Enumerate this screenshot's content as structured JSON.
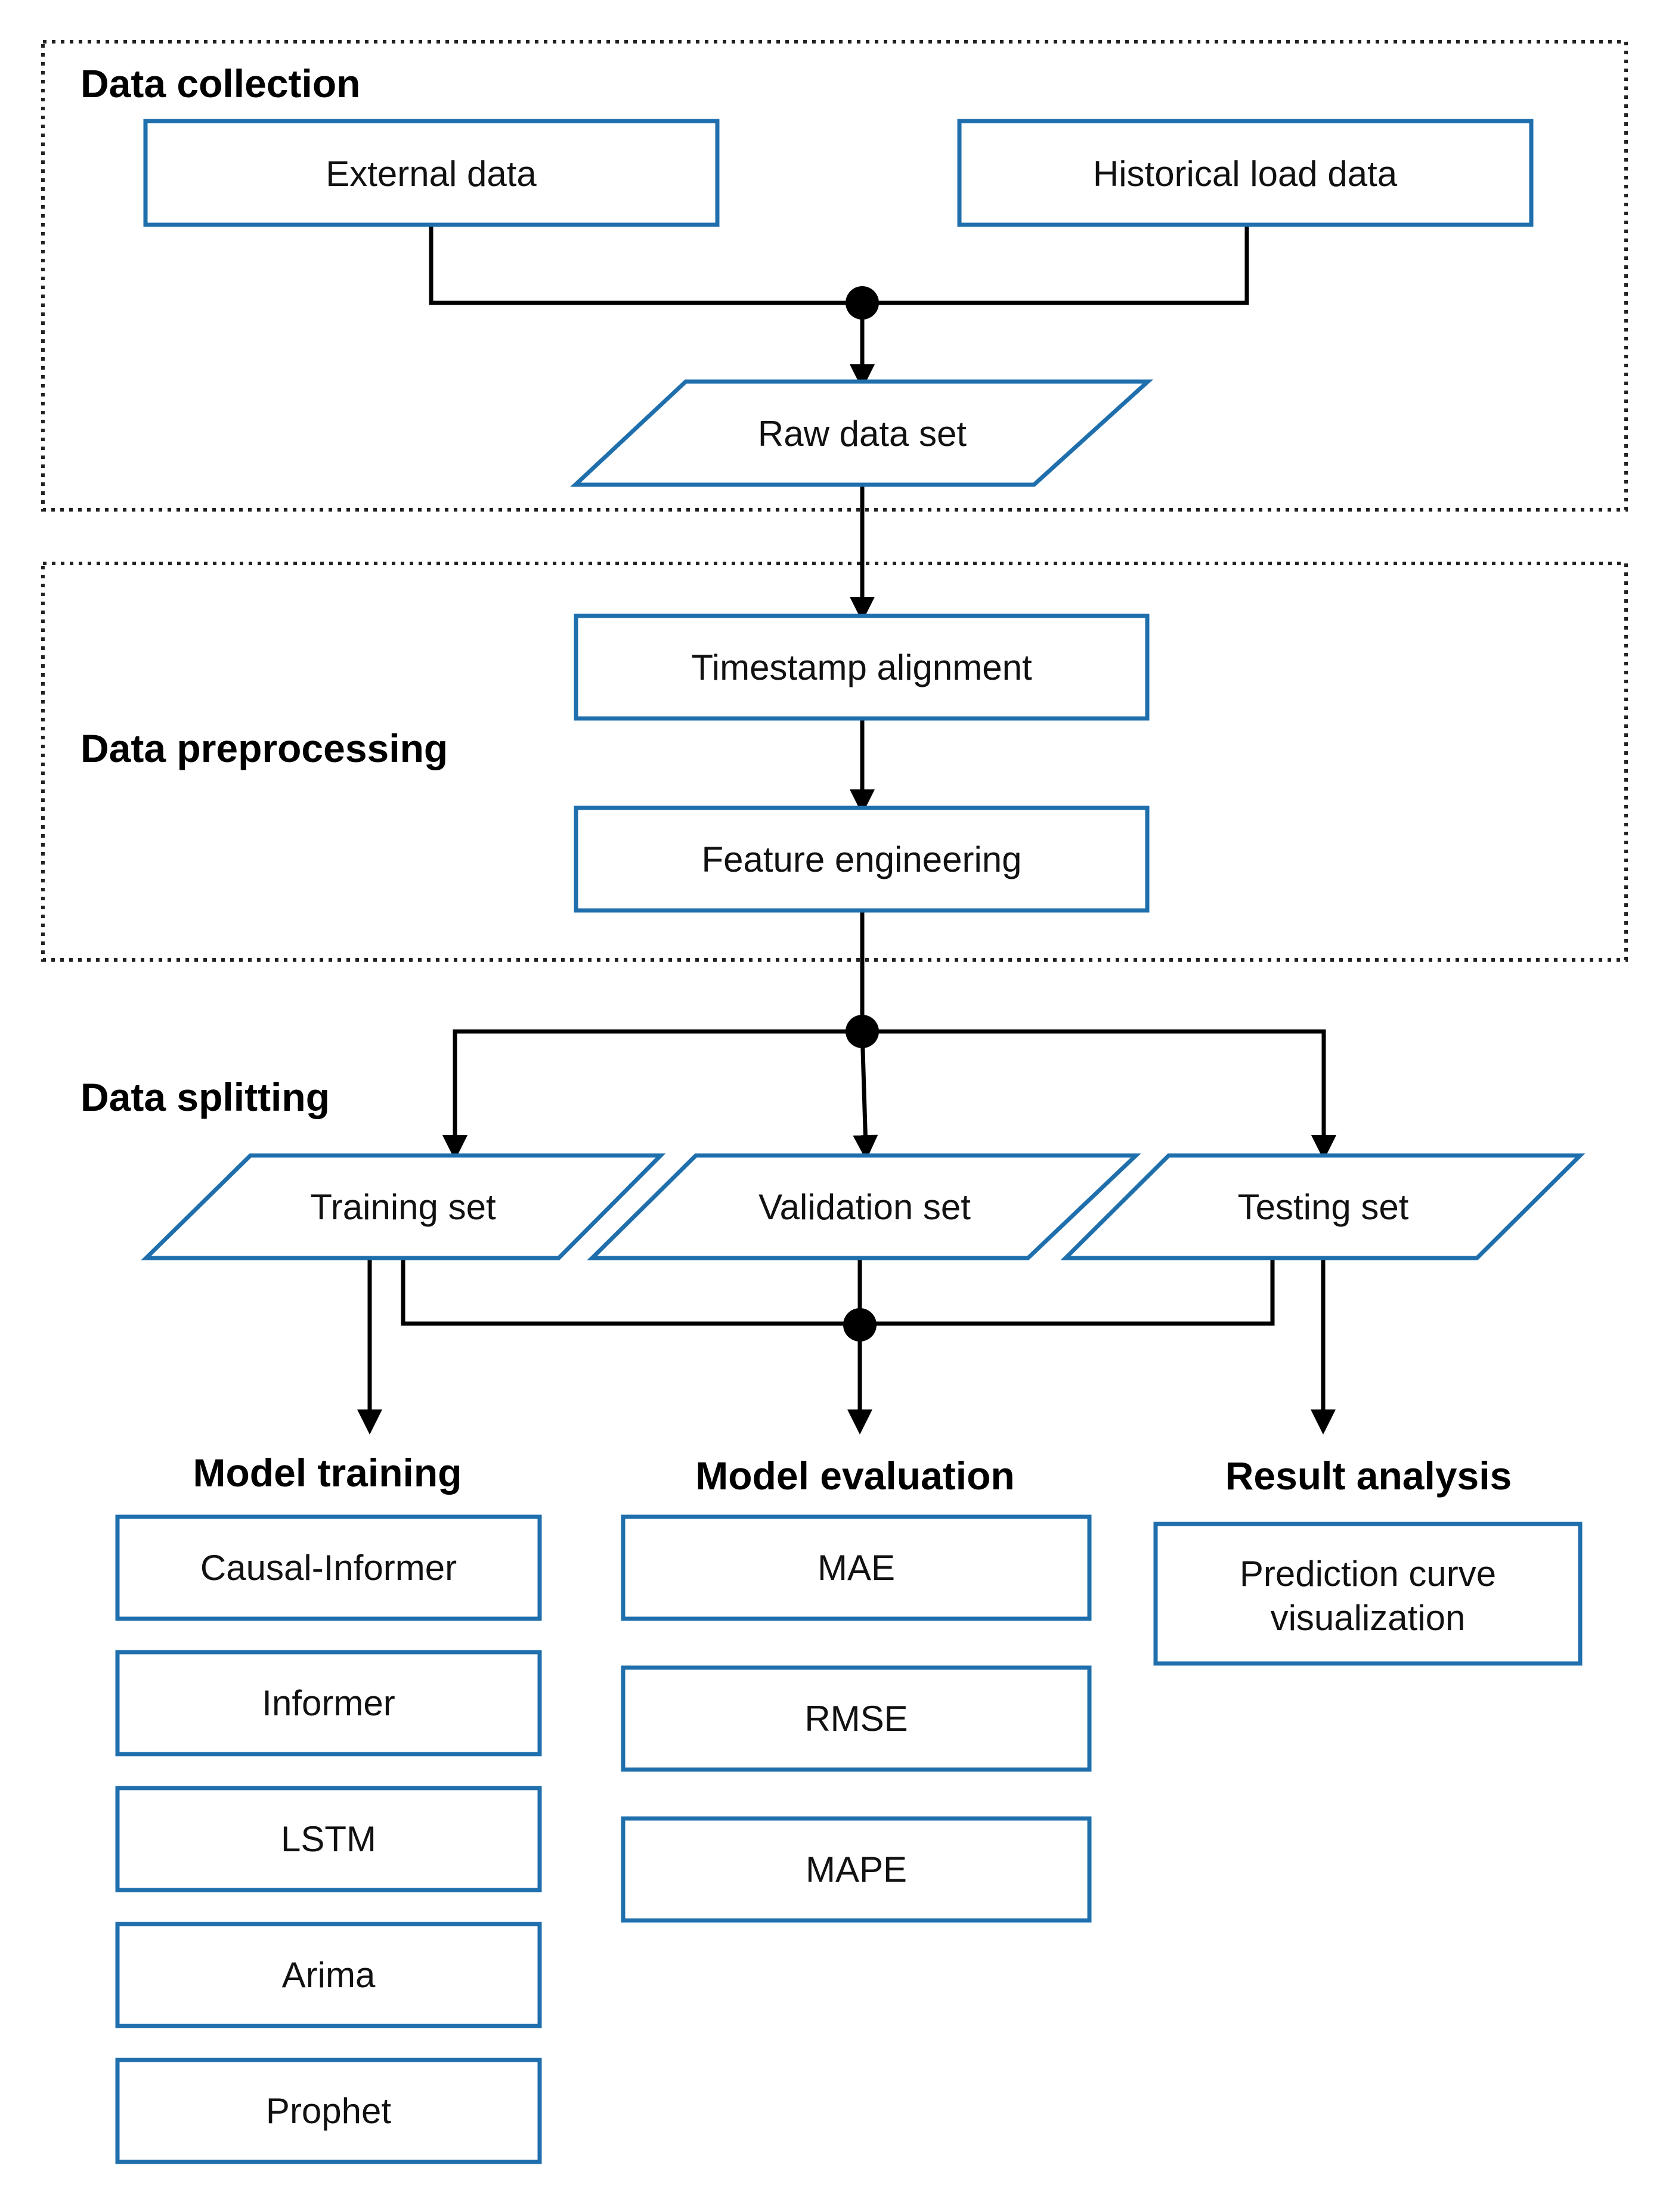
{
  "colors": {
    "box_border": "#1f6fad",
    "line": "#000000",
    "group_border": "#222222"
  },
  "sections": {
    "data_collection": "Data collection",
    "data_preprocessing": "Data preprocessing",
    "data_splitting": "Data splitting",
    "model_training": "Model training",
    "model_evaluation": "Model evaluation",
    "result_analysis": "Result analysis"
  },
  "nodes": {
    "external_data": "External data",
    "historical_load_data": "Historical load data",
    "raw_data_set": "Raw data set",
    "timestamp_alignment": "Timestamp alignment",
    "feature_engineering": "Feature engineering",
    "training_set": "Training set",
    "validation_set": "Validation set",
    "testing_set": "Testing set"
  },
  "models": [
    "Causal-Informer",
    "Informer",
    "LSTM",
    "Arima",
    "Prophet"
  ],
  "metrics": [
    "MAE",
    "RMSE",
    "MAPE"
  ],
  "results": {
    "line1": "Prediction curve",
    "line2": "visualization"
  }
}
